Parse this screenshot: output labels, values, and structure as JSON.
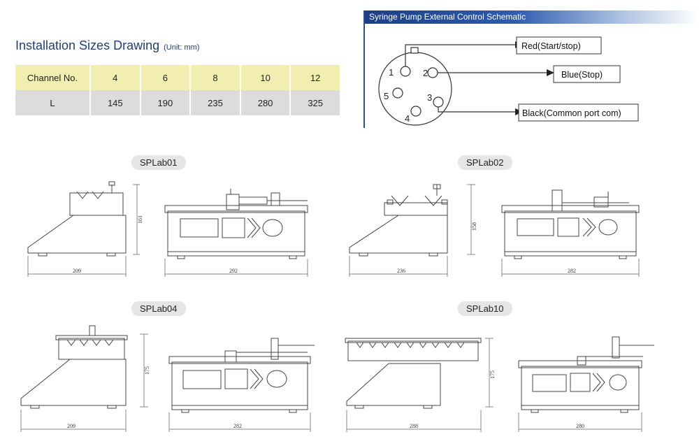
{
  "installation": {
    "title": "Installation Sizes Drawing",
    "unit": "(Unit: mm)",
    "table": {
      "row1": {
        "header": "Channel No.",
        "values": [
          "4",
          "6",
          "8",
          "10",
          "12"
        ]
      },
      "row2": {
        "header": "L",
        "values": [
          "145",
          "190",
          "235",
          "280",
          "325"
        ]
      }
    }
  },
  "schematic": {
    "title": "Syringe Pump External Control Schematic",
    "pins": [
      "1",
      "2",
      "5",
      "3",
      "4"
    ],
    "labels": {
      "red": "Red(Start/stop)",
      "blue": "Blue(Stop)",
      "black": "Black(Common port com)"
    }
  },
  "models": [
    {
      "name": "SPLab01",
      "height": "161",
      "depth": "209",
      "width": "292"
    },
    {
      "name": "SPLab02",
      "height": "158",
      "depth": "236",
      "width": "282"
    },
    {
      "name": "SPLab04",
      "height": "175",
      "depth": "209",
      "width": "282"
    },
    {
      "name": "SPLab10",
      "height": "175",
      "depth": "288",
      "width": "280"
    }
  ]
}
